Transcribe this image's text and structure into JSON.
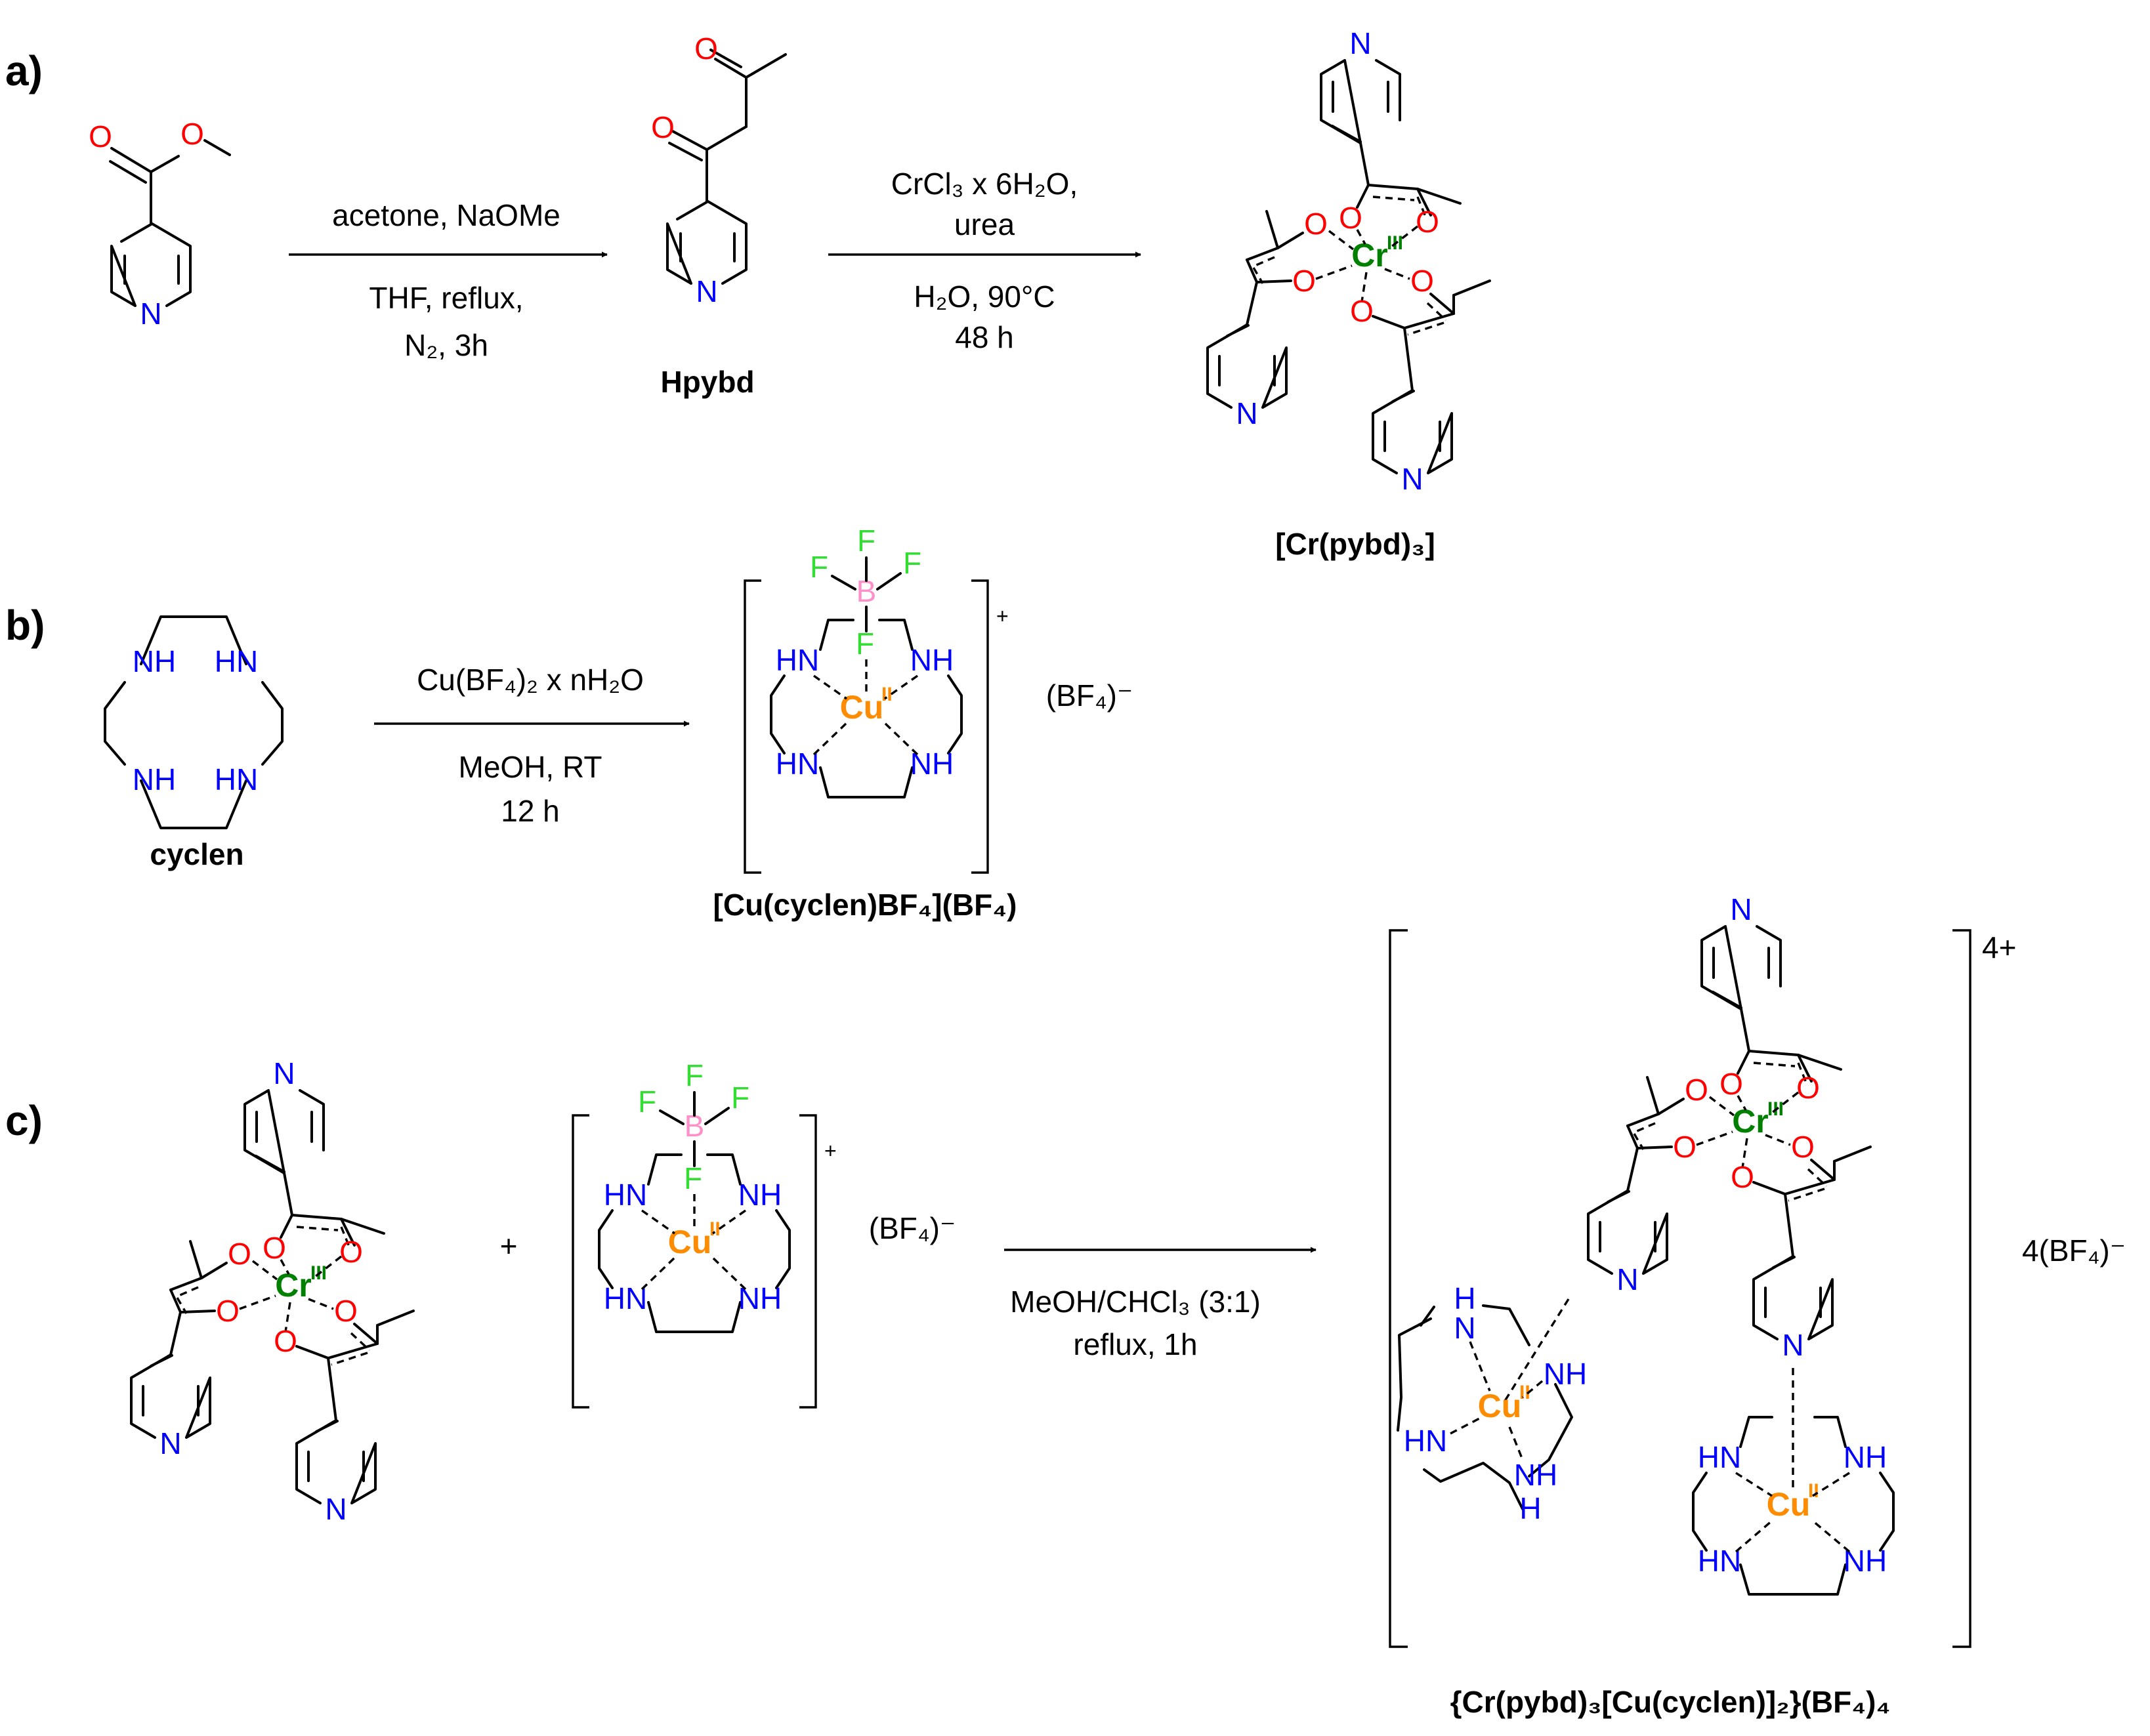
{
  "panels": {
    "a": "a)",
    "b": "b)",
    "c": "c)"
  },
  "atoms": {
    "O": "O",
    "N": "N",
    "NH": "NH",
    "HN": "HN",
    "H": "H",
    "F": "F",
    "B": "B"
  },
  "metals": {
    "cr": "Cr",
    "cr_ox": "III",
    "cu": "Cu",
    "cu_ox": "II"
  },
  "reaction_a1": {
    "line1": "acetone, NaOMe",
    "line2": "THF,  reflux,",
    "line3": "N₂, 3h"
  },
  "reaction_a2": {
    "line1": "CrCl₃ x 6H₂O,",
    "line2": "urea",
    "line3": "H₂O, 90°C",
    "line4": "48 h"
  },
  "reaction_b": {
    "line1": "Cu(BF₄)₂ x nH₂O",
    "line2": "MeOH, RT",
    "line3": "12 h"
  },
  "reaction_c": {
    "line1": "MeOH/CHCl₃ (3:1)",
    "line2": "reflux, 1h"
  },
  "compounds": {
    "hpybd": "Hpybd",
    "cr_pybd3": "[Cr(pybd)₃]",
    "cyclen": "cyclen",
    "cu_cyclen": "[Cu(cyclen)BF₄](BF₄)",
    "product": "{Cr(pybd)₃[Cu(cyclen)]₂}(BF₄)₄"
  },
  "ions": {
    "bf4": "(BF₄)⁻",
    "bf4_4": "4(BF₄)⁻",
    "plus": "+",
    "charge_plus": "+",
    "charge_4plus": "4+"
  },
  "colors": {
    "oxygen": "#ff0000",
    "nitrogen": "#0000ff",
    "fluorine": "#33dd33",
    "boron": "#ff8fc8",
    "chromium": "#008000",
    "copper": "#ff8c00",
    "bond": "#000000"
  }
}
